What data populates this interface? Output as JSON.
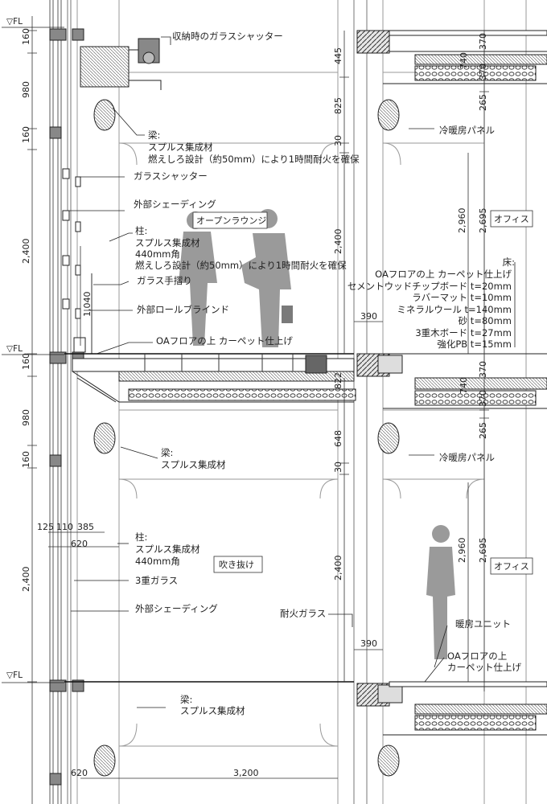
{
  "drawing": {
    "levels": {
      "fl_top": "▽FL",
      "fl_mid": "▽FL",
      "fl_bottom": "▽FL"
    },
    "left_dims": [
      "160",
      "980",
      "160",
      "2,400",
      "160",
      "980",
      "160",
      "2,400"
    ],
    "center_dims": [
      "445",
      "825",
      "30",
      "2,400",
      "822",
      "648",
      "30",
      "2,400"
    ],
    "right_dims_a": [
      "370",
      "740",
      "370",
      "265",
      "2,695",
      "370",
      "740",
      "370",
      "265",
      "2,695"
    ],
    "right_dims_b": [
      "2,960",
      "2,960"
    ],
    "misc_dims": {
      "d1040": "1,040",
      "d390a": "390",
      "d390b": "390",
      "d125": "125",
      "d110": "110",
      "d385": "385",
      "d620a": "620",
      "d620b": "620",
      "d3200": "3,200"
    },
    "annotations": {
      "glass_shutter_stored": "収納時のガラスシャッター",
      "beam1_line1": "梁:",
      "beam1_line2": "スプルス集成材",
      "beam1_line3": "燃えしろ設計（約50mm）により1時間耐火を確保",
      "glass_shutter": "ガラスシャッター",
      "ext_shading1": "外部シェーディング",
      "col1_line1": "柱:",
      "col1_line2": "スプルス集成材",
      "col1_line3": "440mm角",
      "col1_line4": "燃えしろ設計（約50mm）により1時間耐火を確保",
      "glass_handrail": "ガラス手摺り",
      "ext_roll_blind": "外部ロールブラインド",
      "oa_floor_carpet": "OAフロアの上 カーペット仕上げ",
      "beam2_line1": "梁:",
      "beam2_line2": "スプルス集成材",
      "col2_line1": "柱:",
      "col2_line2": "スプルス集成材",
      "col2_line3": "440mm角",
      "triple_glass": "3重ガラス",
      "ext_shading2": "外部シェーディング",
      "fire_glass": "耐火ガラス",
      "heater_unit": "暖房ユニット",
      "oa_floor2_line1": "OAフロアの上",
      "oa_floor2_line2": "カーペット仕上げ",
      "beam3_line1": "梁:",
      "beam3_line2": "スプルス集成材",
      "cool_heat_panel1": "冷暖房パネル",
      "cool_heat_panel2": "冷暖房パネル"
    },
    "room_labels": {
      "open_lounge": "オープンラウンジ",
      "office1": "オフィス",
      "atrium": "吹き抜け",
      "office2": "オフィス"
    },
    "floor_spec": {
      "title": "床:",
      "lines": [
        "OAフロアの上 カーペット仕上げ",
        "セメントウッドチップボード t=20mm",
        "ラバーマット t=10mm",
        "ミネラルウール t=140mm",
        "砂 t=80mm",
        "3重木ボード t=27mm",
        "強化PB t=15mm"
      ]
    }
  }
}
